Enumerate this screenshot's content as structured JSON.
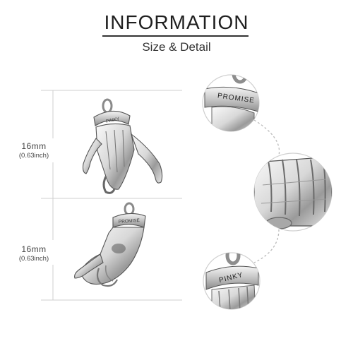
{
  "header": {
    "title": "INFORMATION",
    "subtitle": "Size & Detail"
  },
  "dimensions": [
    {
      "mm": "16mm",
      "inch": "(0.63inch)"
    },
    {
      "mm": "16mm",
      "inch": "(0.63inch)"
    }
  ],
  "engravings": {
    "charm_top": "PINKY",
    "charm_bottom": "PROMISE",
    "detail_top": "PROMISE",
    "detail_bottom": "PINKY"
  },
  "colors": {
    "silver_light": "#f2f2f2",
    "silver_mid": "#bdbdbd",
    "silver_dark": "#6f6f6f",
    "guide_line": "#cccccc"
  }
}
